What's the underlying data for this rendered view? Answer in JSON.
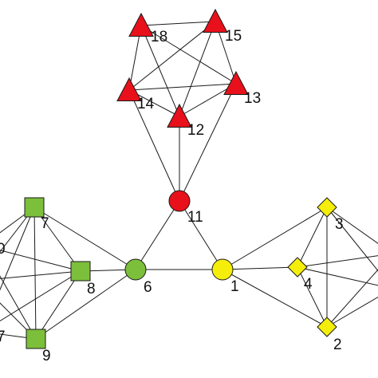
{
  "graph": {
    "groups": {
      "red": {
        "shape": "triangle",
        "color": "#e8101a"
      },
      "green": {
        "shape": "square",
        "color": "#7cbf3a"
      },
      "yellow": {
        "shape": "diamond",
        "color": "#f5ee0a"
      },
      "red_hub": {
        "shape": "circle",
        "color": "#e8101a"
      },
      "green_hub": {
        "shape": "circle",
        "color": "#7cbf3a"
      },
      "yellow_hub": {
        "shape": "circle",
        "color": "#f5ee0a"
      }
    },
    "nodes": [
      {
        "id": "18",
        "label": "18",
        "group": "red"
      },
      {
        "id": "15",
        "label": "15",
        "group": "red"
      },
      {
        "id": "14",
        "label": "14",
        "group": "red"
      },
      {
        "id": "13",
        "label": "13",
        "group": "red"
      },
      {
        "id": "12",
        "label": "12",
        "group": "red"
      },
      {
        "id": "11",
        "label": "11",
        "group": "red_hub"
      },
      {
        "id": "7",
        "label": "7",
        "group": "green"
      },
      {
        "id": "8",
        "label": "8",
        "group": "green"
      },
      {
        "id": "9",
        "label": "9",
        "group": "green"
      },
      {
        "id": "6",
        "label": "6",
        "group": "green_hub"
      },
      {
        "id": "g_left_top",
        "label": "0",
        "group": "green"
      },
      {
        "id": "g_left_mid",
        "label": "",
        "group": "green"
      },
      {
        "id": "g_left_bot",
        "label": "7",
        "group": "green"
      },
      {
        "id": "1",
        "label": "1",
        "group": "yellow_hub"
      },
      {
        "id": "3",
        "label": "3",
        "group": "yellow"
      },
      {
        "id": "4",
        "label": "4",
        "group": "yellow"
      },
      {
        "id": "2",
        "label": "2",
        "group": "yellow"
      },
      {
        "id": "y_right_top",
        "label": "",
        "group": "yellow"
      },
      {
        "id": "y_right_bot",
        "label": "",
        "group": "yellow"
      }
    ],
    "edges": [
      [
        "18",
        "15"
      ],
      [
        "18",
        "14"
      ],
      [
        "18",
        "13"
      ],
      [
        "18",
        "12"
      ],
      [
        "15",
        "14"
      ],
      [
        "15",
        "13"
      ],
      [
        "15",
        "12"
      ],
      [
        "14",
        "13"
      ],
      [
        "14",
        "12"
      ],
      [
        "13",
        "12"
      ],
      [
        "14",
        "11"
      ],
      [
        "13",
        "11"
      ],
      [
        "12",
        "11"
      ],
      [
        "11",
        "6"
      ],
      [
        "11",
        "1"
      ],
      [
        "6",
        "1"
      ],
      [
        "7",
        "8"
      ],
      [
        "7",
        "9"
      ],
      [
        "8",
        "9"
      ],
      [
        "6",
        "7"
      ],
      [
        "6",
        "8"
      ],
      [
        "6",
        "9"
      ],
      [
        "7",
        "g_left_top"
      ],
      [
        "7",
        "g_left_mid"
      ],
      [
        "7",
        "g_left_bot"
      ],
      [
        "8",
        "g_left_top"
      ],
      [
        "8",
        "g_left_mid"
      ],
      [
        "8",
        "g_left_bot"
      ],
      [
        "9",
        "g_left_top"
      ],
      [
        "9",
        "g_left_mid"
      ],
      [
        "9",
        "g_left_bot"
      ],
      [
        "1",
        "3"
      ],
      [
        "1",
        "4"
      ],
      [
        "1",
        "2"
      ],
      [
        "3",
        "4"
      ],
      [
        "3",
        "2"
      ],
      [
        "4",
        "2"
      ],
      [
        "3",
        "y_right_top"
      ],
      [
        "3",
        "y_right_bot"
      ],
      [
        "4",
        "y_right_top"
      ],
      [
        "4",
        "y_right_bot"
      ],
      [
        "2",
        "y_right_top"
      ],
      [
        "2",
        "y_right_bot"
      ]
    ]
  }
}
